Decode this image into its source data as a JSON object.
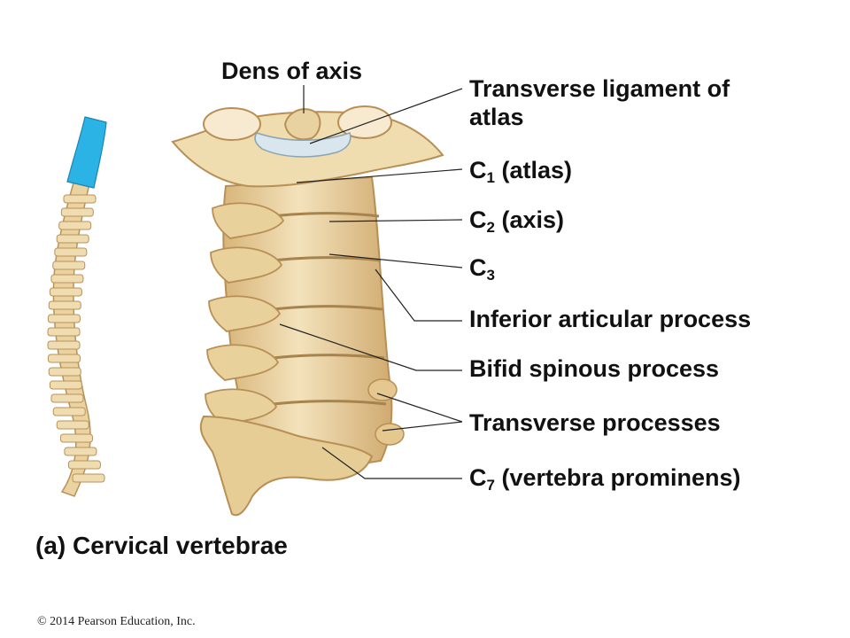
{
  "labels": {
    "dens": "Dens of axis",
    "transverse_ligament": "Transverse ligament of atlas",
    "c1_letter": "C",
    "c1_sub": "1",
    "c1_rest": "(atlas)",
    "c2_letter": "C",
    "c2_sub": "2",
    "c2_rest": "(axis)",
    "c3_letter": "C",
    "c3_sub": "3",
    "inferior_articular": "Inferior articular process",
    "bifid_spinous": "Bifid spinous process",
    "transverse_processes": "Transverse processes",
    "c7_letter": "C",
    "c7_sub": "7",
    "c7_rest": "(vertebra prominens)"
  },
  "caption": {
    "part": "(a)",
    "title": "Cervical vertebrae"
  },
  "copyright": "© 2014 Pearson Education, Inc.",
  "colors": {
    "bone": "#ecd6a6",
    "bone_shade": "#c9a56b",
    "cervical_highlight": "#2bb3e6",
    "ligament": "#d9e6ee",
    "leader": "#222222"
  }
}
